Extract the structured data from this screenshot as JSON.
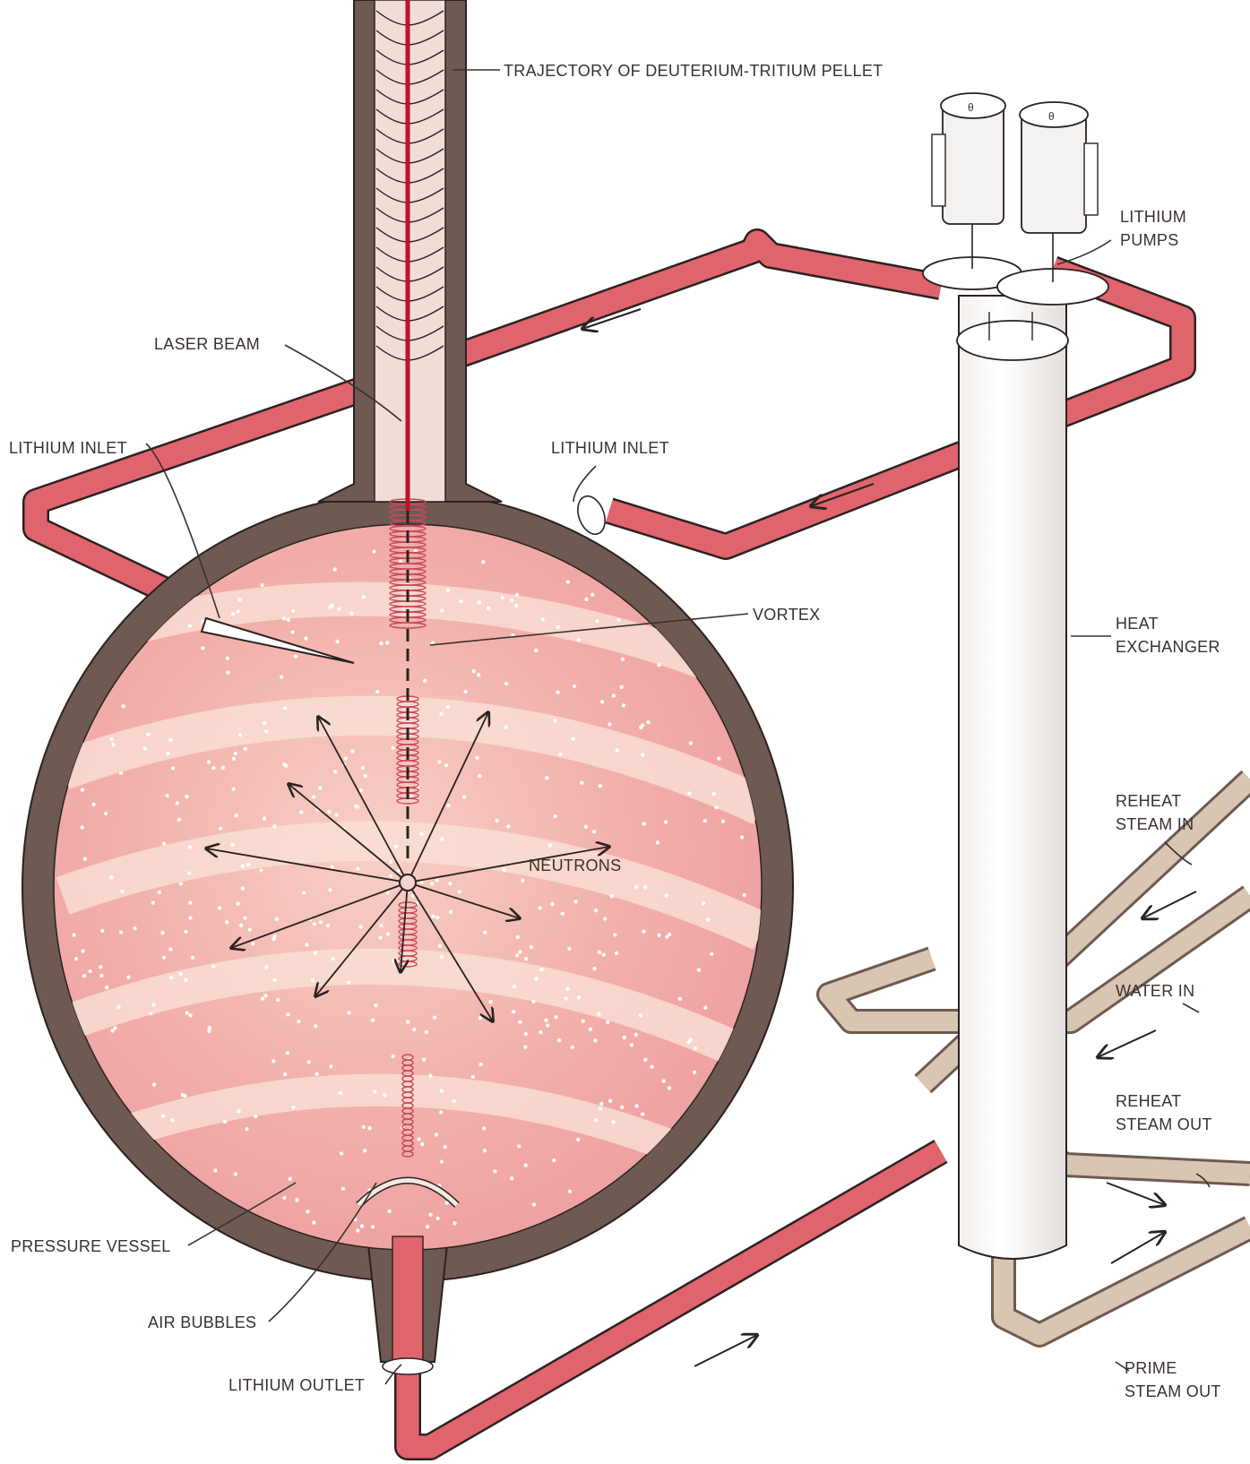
{
  "labels": {
    "trajectory": "TRAJECTORY OF DEUTERIUM-TRITIUM PELLET",
    "laser_beam": "LASER BEAM",
    "lithium_inlet_left": "LITHIUM INLET",
    "lithium_inlet_right": "LITHIUM INLET",
    "lithium_pumps_1": "LITHIUM",
    "lithium_pumps_2": "PUMPS",
    "vortex": "VORTEX",
    "heat_exchanger_1": "HEAT",
    "heat_exchanger_2": "EXCHANGER",
    "neutrons": "NEUTRONS",
    "reheat_steam_in_1": "REHEAT",
    "reheat_steam_in_2": "STEAM IN",
    "water_in": "WATER IN",
    "reheat_steam_out_1": "REHEAT",
    "reheat_steam_out_2": "STEAM  OUT",
    "pressure_vessel": "PRESSURE VESSEL",
    "air_bubbles": "AIR BUBBLES",
    "lithium_outlet": "LITHIUM OUTLET",
    "prime_steam_out_1": "PRIME",
    "prime_steam_out_2": "STEAM OUT"
  },
  "colors": {
    "lithium_pipe": "#e0646e",
    "steam_pipe": "#d8c6b2",
    "vessel_wall": "#6e5a52",
    "lithium_pool": "#f2b2b0",
    "laser": "#c0102a",
    "ink": "#3a302c"
  }
}
